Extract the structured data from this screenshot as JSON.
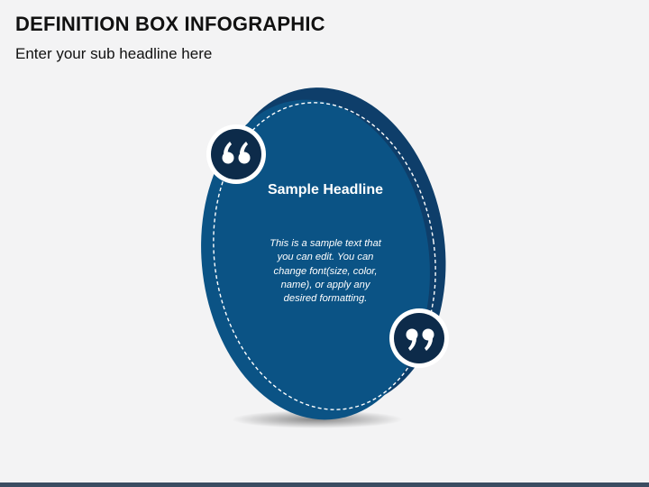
{
  "slide": {
    "title": "DEFINITION BOX INFOGRAPHIC",
    "subtitle": "Enter your sub headline here"
  },
  "definition_box": {
    "headline": "Sample Headline",
    "body": "This is a sample text that you can edit. You can change font(size, color, name), or apply any desired formatting.",
    "open_quote_icon": "open-quote-icon",
    "close_quote_icon": "close-quote-icon"
  },
  "colors": {
    "background": "#f3f3f4",
    "oval_back": "#0e3e6a",
    "oval_front": "#0b5385",
    "badge": "#0d2b4a",
    "badge_ring": "#ffffff",
    "dashed_outline": "#ffffff",
    "bottom_bar": "#3b4d62"
  }
}
